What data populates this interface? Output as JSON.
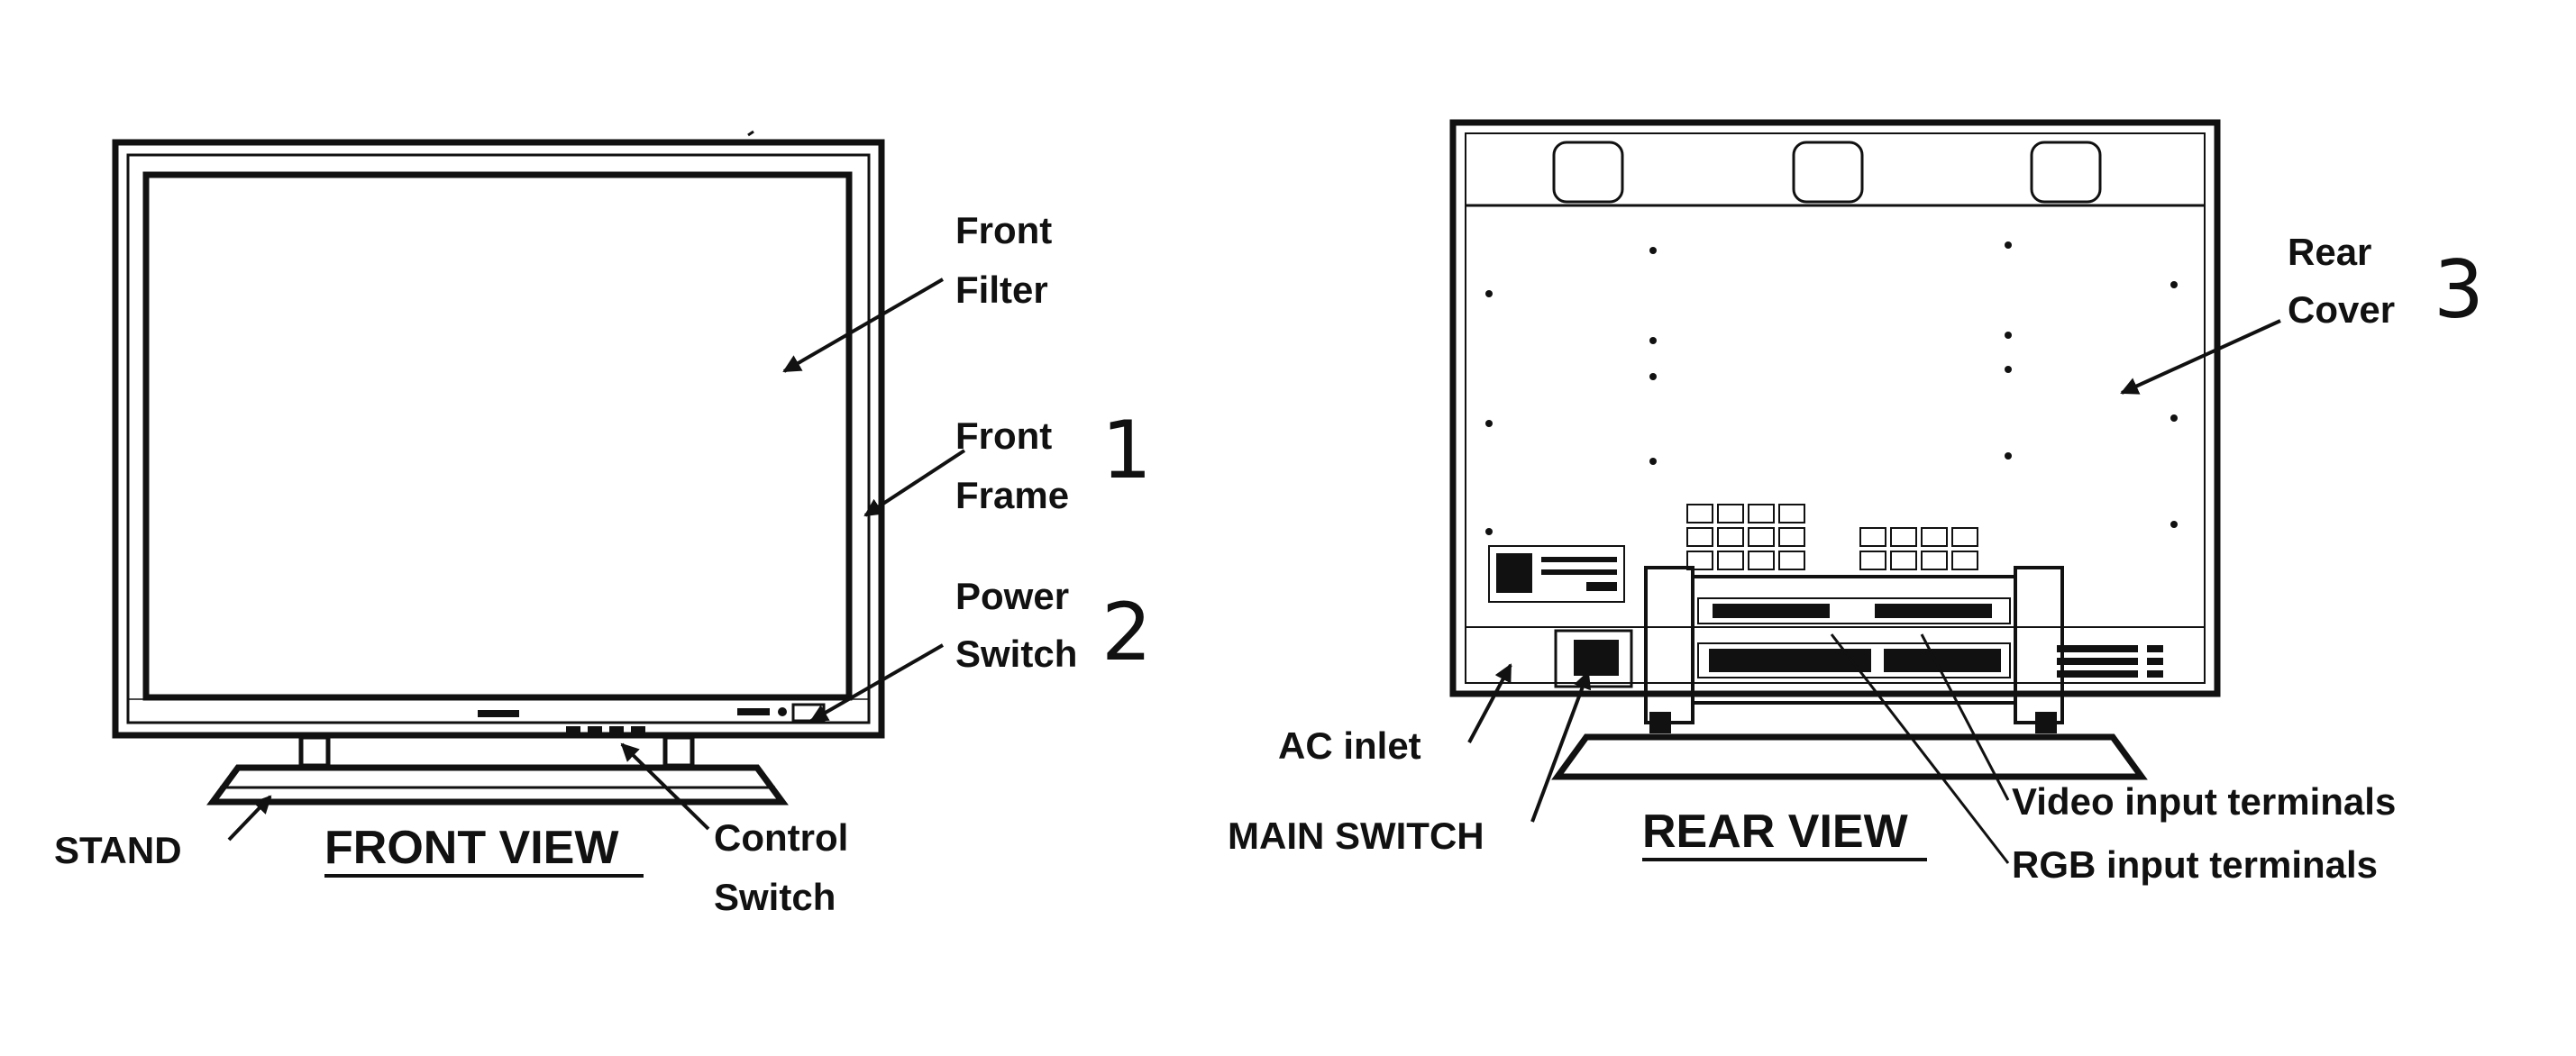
{
  "front_view": {
    "title": "FRONT VIEW",
    "labels": {
      "front_filter_line1": "Front",
      "front_filter_line2": "Filter",
      "front_frame_line1": "Front",
      "front_frame_line2": "Frame",
      "power_switch_line1": "Power",
      "power_switch_line2": "Switch",
      "control_switch_line1": "Control",
      "control_switch_line2": "Switch",
      "stand": "STAND"
    },
    "numbers": {
      "one": "1",
      "two": "2"
    }
  },
  "rear_view": {
    "title": "REAR VIEW",
    "labels": {
      "rear_cover_line1": "Rear",
      "rear_cover_line2": "Cover",
      "ac_inlet": "AC inlet",
      "main_switch": "MAIN SWITCH",
      "video_input": "Video input terminals",
      "rgb_input": "RGB input terminals"
    },
    "numbers": {
      "three": "3"
    }
  }
}
